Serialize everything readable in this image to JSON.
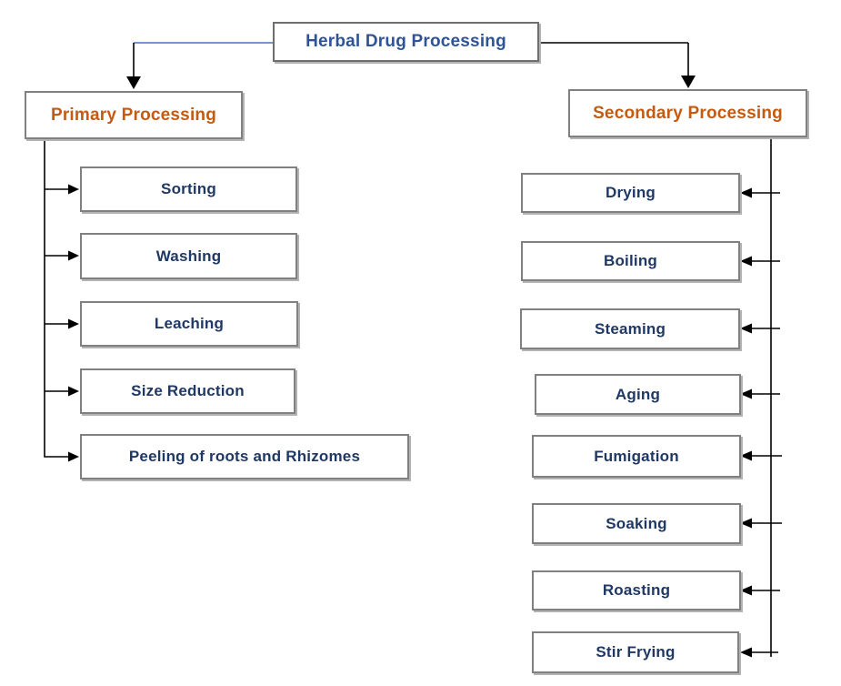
{
  "diagram": {
    "title": "Herbal Drug Processing",
    "branches": {
      "primary": {
        "label": "Primary Processing",
        "items": [
          "Sorting",
          "Washing",
          "Leaching",
          "Size Reduction",
          "Peeling of roots and Rhizomes"
        ]
      },
      "secondary": {
        "label": "Secondary Processing",
        "items": [
          "Drying",
          "Boiling",
          "Steaming",
          "Aging",
          "Fumigation",
          "Soaking",
          "Roasting",
          "Stir Frying"
        ]
      }
    },
    "colors": {
      "title_text": "#2F5496",
      "branch_heading_text": "#C55A11",
      "item_text": "#1F3864",
      "connector_blue": "#4472C4",
      "connector_black": "#000000",
      "box_border": "#808080",
      "background": "#FFFFFF"
    }
  }
}
